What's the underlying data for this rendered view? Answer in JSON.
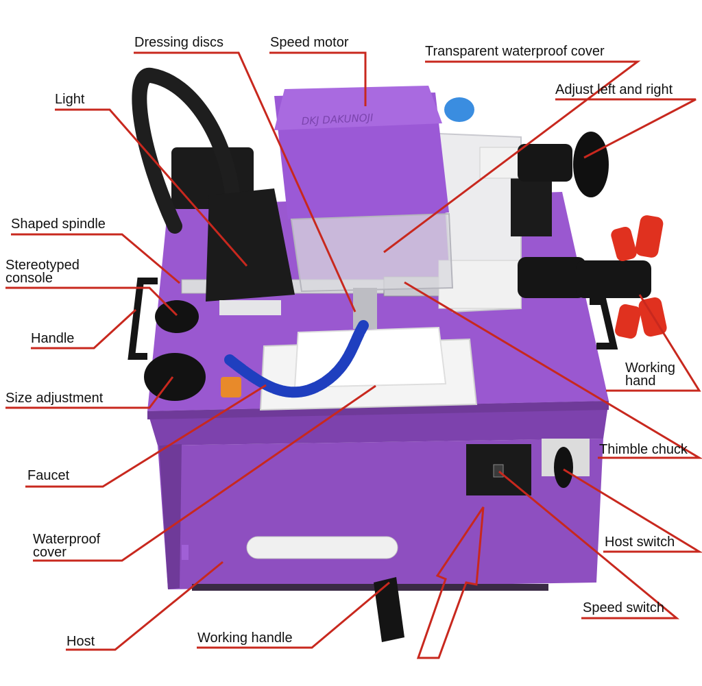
{
  "colors": {
    "leader": "#c8281e",
    "housing": "#8e4fc0",
    "housing_dark": "#6f3a99",
    "cover_top": "#9b59d6",
    "metal": "#e9e9ec",
    "black": "#151515",
    "hose_blue": "#1f3fbf",
    "handle_red": "#e0311f"
  },
  "cover_print": "DKJ DAKUNOJI",
  "labels": {
    "dressing_discs": "Dressing discs",
    "speed_motor": "Speed motor",
    "transparent_waterproof_cover": "Transparent waterproof cover",
    "light": "Light",
    "adjust_left_right": "Adjust left and right",
    "shaped_spindle": "Shaped spindle",
    "stereotyped_console_1": "Stereotyped",
    "stereotyped_console_2": "console",
    "handle": "Handle",
    "working_hand_1": "Working",
    "working_hand_2": "hand",
    "size_adjustment": "Size adjustment",
    "thimble_chuck": "Thimble chuck",
    "faucet": "Faucet",
    "waterproof_cover_1": "Waterproof",
    "waterproof_cover_2": "cover",
    "host_switch": "Host switch",
    "speed_switch": "Speed switch",
    "host": "Host",
    "working_handle": "Working handle"
  }
}
